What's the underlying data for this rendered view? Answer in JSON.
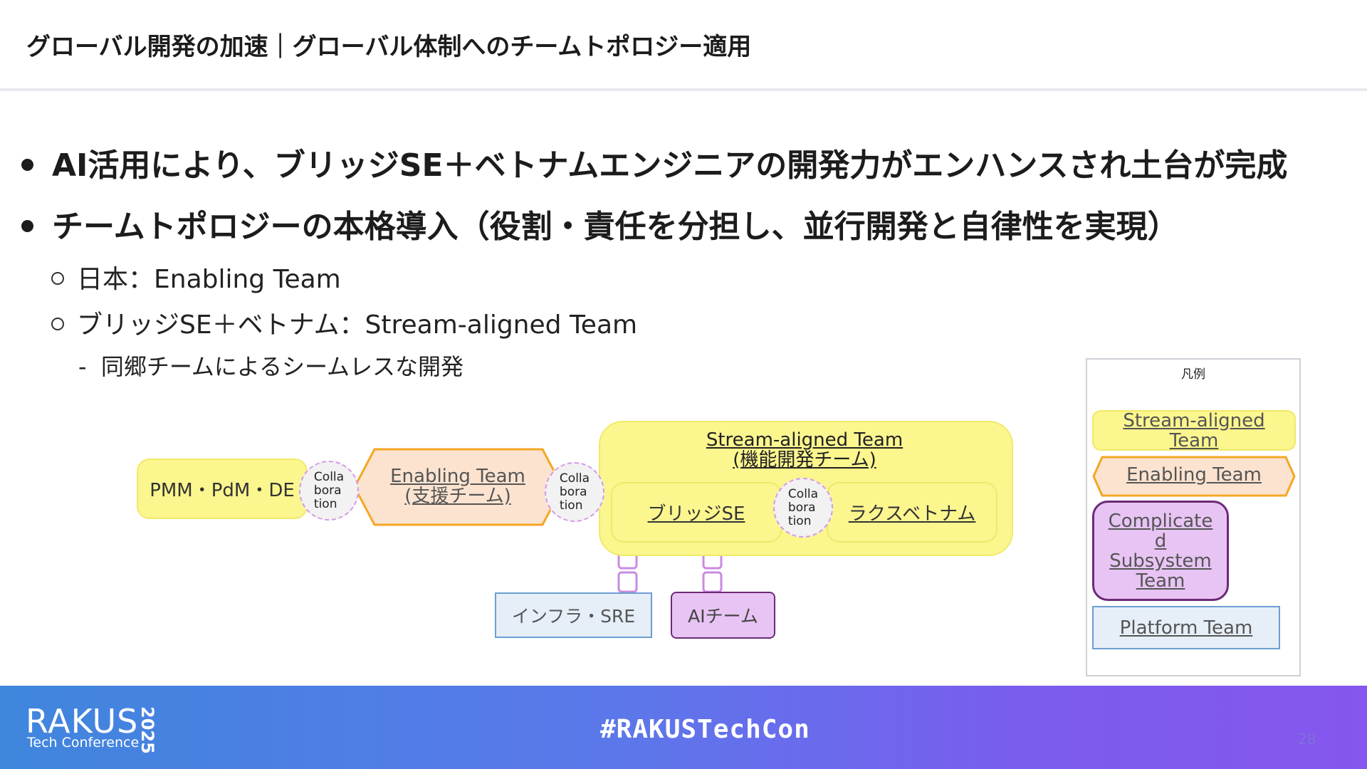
{
  "header": {
    "title": "グローバル開発の加速｜グローバル体制へのチームトポロジー適用"
  },
  "bullets": [
    "AI活用により、ブリッジSE＋ベトナムエンジニアの開発力がエンハンスされ土台が完成",
    "チームトポロジーの本格導入（役割・責任を分担し、並行開発と自律性を実現）"
  ],
  "sub_bullets": [
    "日本：Enabling Team",
    "ブリッジSE＋ベトナム：Stream-aligned Team"
  ],
  "sub_sub_bullet": "同郷チームによるシームレスな開発",
  "diagram": {
    "pmm": "PMM・PdM・DE",
    "collab_label_lines": [
      "Colla",
      "bora",
      "tion"
    ],
    "enabling_team": {
      "name": "Enabling Team",
      "sub": "(支援チーム)"
    },
    "stream_team": {
      "name": "Stream-aligned Team",
      "sub": "(機能開発チーム)"
    },
    "bridge_se": "ブリッジSE",
    "rakus_vietnam": "ラクスベトナム",
    "infra_sre": "インフラ・SRE",
    "ai_team": "AIチーム",
    "colors": {
      "stream": "#fbf68e",
      "enabling": "#fbe3d0",
      "enabling_border": "#f5a623",
      "complicated": "#e8c4f4",
      "complicated_border": "#6c2a78",
      "platform": "#e6eef8",
      "platform_border": "#6c9ed2",
      "collab_border": "#d59ae6"
    }
  },
  "legend": {
    "title": "凡例",
    "stream_aligned": [
      "Stream-aligned",
      "Team"
    ],
    "enabling": "Enabling Team",
    "complicated_subsystem": [
      "Complicate",
      "d",
      "Subsystem",
      "Team"
    ],
    "platform": "Platform Team"
  },
  "footer": {
    "logo": "RAKUS",
    "logo_sub": "Tech Conference",
    "logo_year": "2025",
    "hashtag": "#RAKUSTechCon",
    "page_number": "28"
  }
}
